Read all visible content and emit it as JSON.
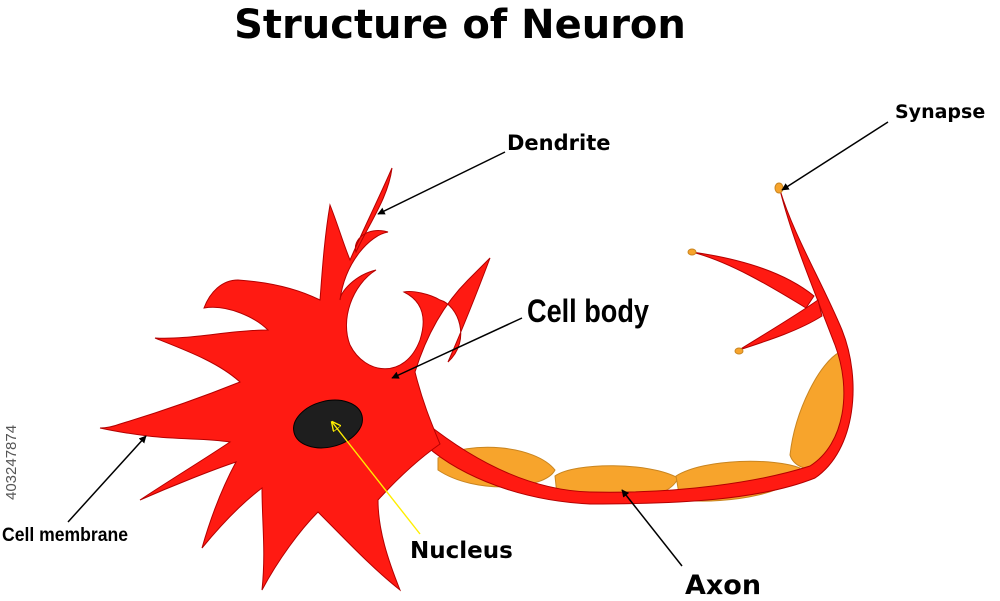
{
  "title": "Structure of Neuron",
  "labels": {
    "dendrite": "Dendrite",
    "synapse": "Synapse",
    "cell_body": "Cell body",
    "cell_membrane": "Cell membrane",
    "nucleus": "Nucleus",
    "axon": "Axon"
  },
  "side_id": "403247874",
  "colors": {
    "neuron": "#ff1a12",
    "myelin": "#f7a42c",
    "nucleus": "#1e1e1e",
    "nucleus_arrow": "#ffee00",
    "arrow": "#000000"
  }
}
